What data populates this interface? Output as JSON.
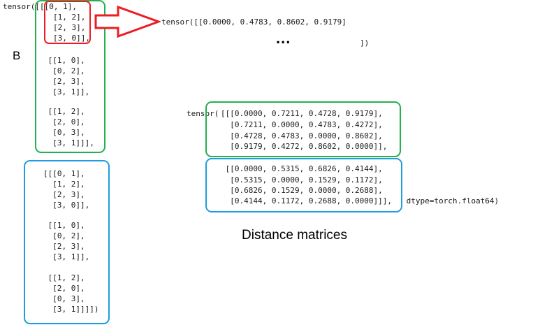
{
  "tensor_b": {
    "first_line": "tensor([[[0, 1],",
    "red_rows": [
      "[1, 2],",
      "[2, 3],",
      "[3, 0]],"
    ],
    "block2": [
      " [[1, 0],",
      "  [0, 2],",
      "  [2, 3],",
      "  [3, 1]],"
    ],
    "block3": [
      " [[1, 2],",
      "  [2, 0],",
      "  [0, 3],",
      "  [3, 1]]],"
    ]
  },
  "label_b": "B",
  "tensor_c": {
    "block1": [
      "[[[0, 1],",
      "  [1, 2],",
      "  [2, 3],",
      "  [3, 0]],"
    ],
    "block2": [
      " [[1, 0],",
      "  [0, 2],",
      "  [2, 3],",
      "  [3, 1]],"
    ],
    "block3": [
      " [[1, 2],",
      "  [2, 0],",
      "  [0, 3],",
      "  [3, 1]]]])"
    ]
  },
  "result": {
    "line": "tensor([[0.0000, 0.4783, 0.8602, 0.9179]",
    "ellipsis": "...",
    "close": "])"
  },
  "distance": {
    "prefix": "tensor(",
    "green_rows": [
      "[[[0.0000, 0.7211, 0.4728, 0.9179],",
      "  [0.7211, 0.0000, 0.4783, 0.4272],",
      "  [0.4728, 0.4783, 0.0000, 0.8602],",
      "  [0.9179, 0.4272, 0.8602, 0.0000]],"
    ],
    "blue_rows": [
      " [[0.0000, 0.5315, 0.6826, 0.4144],",
      "  [0.5315, 0.0000, 0.1529, 0.1172],",
      "  [0.6826, 0.1529, 0.0000, 0.2688],",
      "  [0.4144, 0.1172, 0.2688, 0.0000]]],"
    ],
    "dtype": " dtype=torch.float64)"
  },
  "caption": "Distance matrices",
  "colors": {
    "green": "#22b14c",
    "blue": "#1f9de0",
    "red": "#ed1c24",
    "text": "#1a1a1a"
  }
}
